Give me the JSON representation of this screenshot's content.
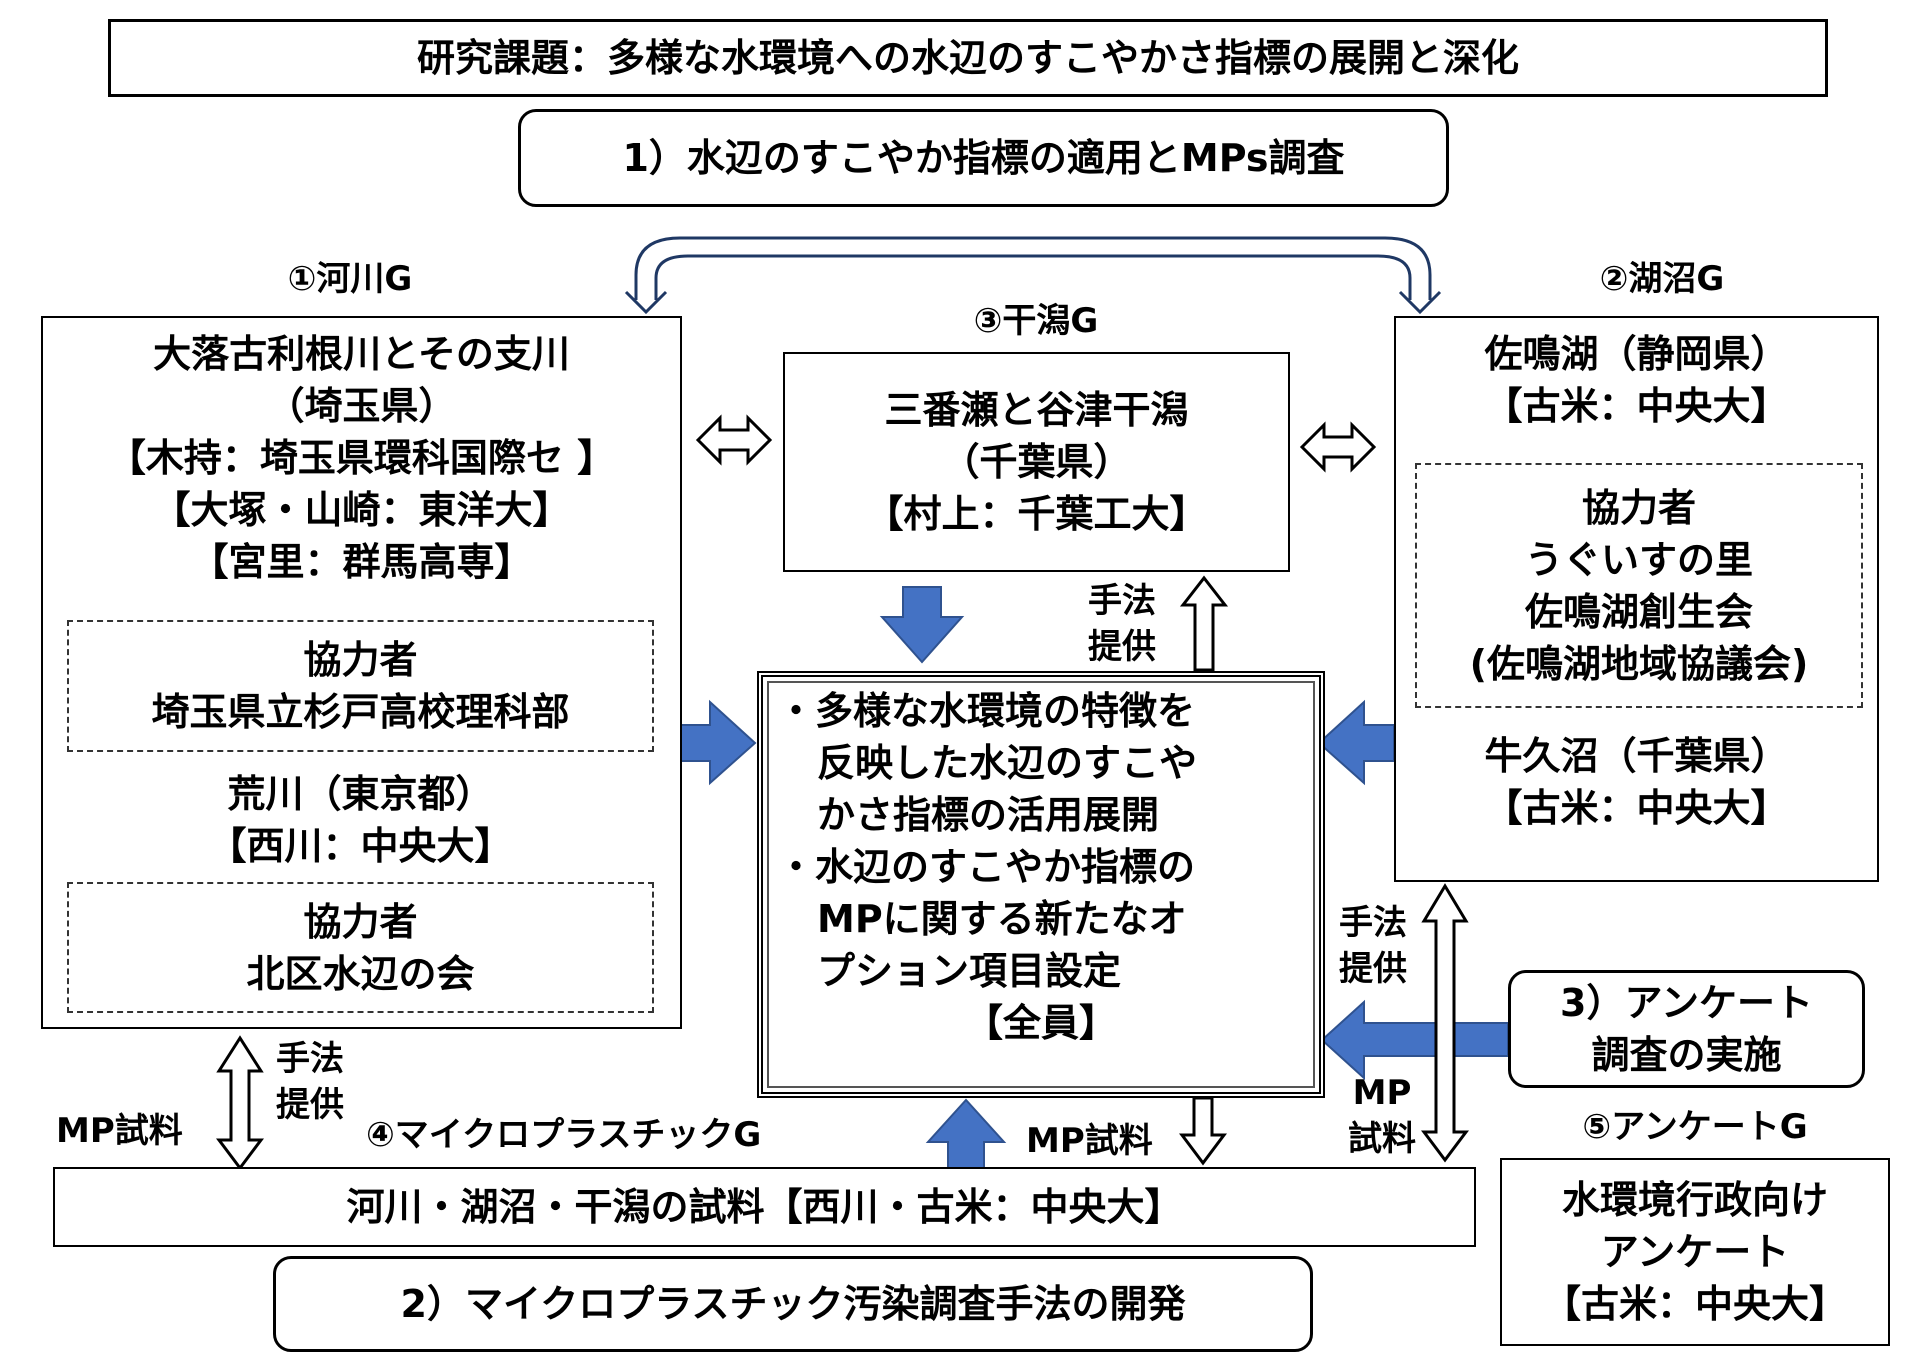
{
  "title": "研究課題：多様な水環境への水辺のすこやかさ指標の展開と深化",
  "task1": "1）水辺のすこやか指標の適用とMPs調査",
  "task2": "2）マイクロプラスチック汚染調査手法の開発",
  "task3": {
    "line1": "3）アンケート",
    "line2": "調査の実施"
  },
  "groups": {
    "river": {
      "label": "①河川G",
      "lines": [
        "大落古利根川とその支川",
        "（埼玉県）",
        "【木持：埼玉県環科国際セ 】",
        "【大塚・山崎：東洋大】",
        "【宮里：群馬高専】"
      ],
      "partner1": {
        "heading": "協力者",
        "name": "埼玉県立杉戸高校理科部"
      },
      "lines2": [
        "荒川（東京都）",
        "【西川：中央大】"
      ],
      "partner2": {
        "heading": "協力者",
        "name": "北区水辺の会"
      }
    },
    "tidal": {
      "label": "③干潟G",
      "lines": [
        "三番瀬と谷津干潟",
        "（千葉県）",
        "【村上：千葉工大】"
      ]
    },
    "lake": {
      "label": "②湖沼G",
      "lines": [
        "佐鳴湖（静岡県）",
        "【古米：中央大】"
      ],
      "partner": {
        "heading": "協力者",
        "names": [
          "うぐいすの里",
          "佐鳴湖創生会",
          "(佐鳴湖地域協議会)"
        ]
      },
      "lines2": [
        "牛久沼（千葉県）",
        "【古米：中央大】"
      ]
    },
    "microplastic": {
      "label": "④マイクロプラスチックG",
      "text": "河川・湖沼・干潟の試料【西川・古米：中央大】"
    },
    "survey": {
      "label": "⑤アンケートG",
      "lines": [
        "水環境行政向け",
        "アンケート",
        "【古米：中央大】"
      ]
    }
  },
  "center": {
    "lines": [
      "・多様な水環境の特徴を",
      "反映した水辺のすこや",
      "かさ指標の活用展開",
      "・水辺のすこやか指標の",
      "MPに関する新たなオ",
      "プション項目設定",
      "【全員】"
    ]
  },
  "arrow_labels": {
    "method_provide_a": {
      "l1": "手法",
      "l2": "提供"
    },
    "method_provide_b": {
      "l1": "手法",
      "l2": "提供"
    },
    "method_provide_c": {
      "l1": "手法",
      "l2": "提供"
    },
    "mp_sample_left": "MP試料",
    "mp_sample_center": "MP試料",
    "mp_sample_right": {
      "l1": "MP",
      "l2": "試料"
    }
  },
  "colors": {
    "accent_blue": "#4472C4",
    "connector_navy": "#1F3864"
  }
}
